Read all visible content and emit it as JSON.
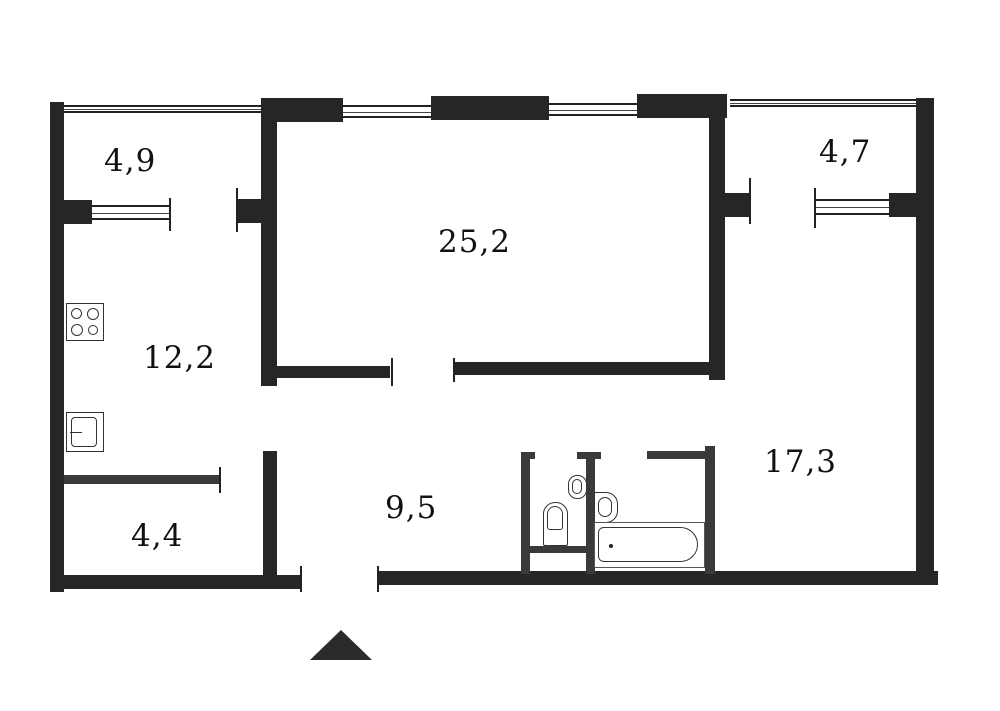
{
  "plan": {
    "type": "apartment-floor-plan",
    "units": "m²",
    "rooms": [
      {
        "id": "balcony-left",
        "area": "4,9"
      },
      {
        "id": "living-room",
        "area": "25,2"
      },
      {
        "id": "balcony-right",
        "area": "4,7"
      },
      {
        "id": "kitchen",
        "area": "12,2"
      },
      {
        "id": "bedroom",
        "area": "17,3"
      },
      {
        "id": "hallway",
        "area": "9,5"
      },
      {
        "id": "storage",
        "area": "4,4"
      }
    ],
    "fixtures": [
      "stove",
      "sink",
      "toilet",
      "washbasin-wc",
      "washbasin-bath",
      "bathtub"
    ],
    "entrance_marker": "entry-arrow"
  }
}
